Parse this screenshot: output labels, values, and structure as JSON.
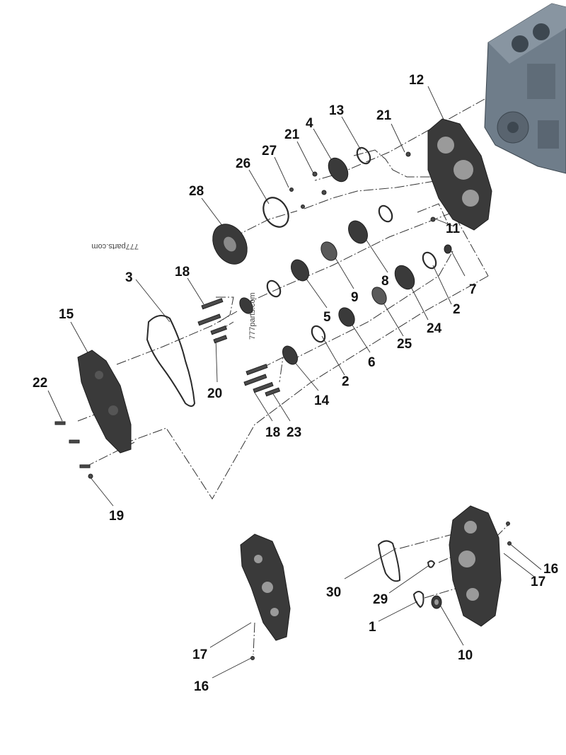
{
  "watermarks": [
    "777parts.com",
    "777parts.com"
  ],
  "callouts": [
    {
      "id": "c1",
      "label": "1"
    },
    {
      "id": "c2a",
      "label": "2"
    },
    {
      "id": "c2b",
      "label": "2"
    },
    {
      "id": "c3",
      "label": "3"
    },
    {
      "id": "c4",
      "label": "4"
    },
    {
      "id": "c5",
      "label": "5"
    },
    {
      "id": "c6",
      "label": "6"
    },
    {
      "id": "c7",
      "label": "7"
    },
    {
      "id": "c8",
      "label": "8"
    },
    {
      "id": "c9",
      "label": "9"
    },
    {
      "id": "c10",
      "label": "10"
    },
    {
      "id": "c11",
      "label": "11"
    },
    {
      "id": "c12",
      "label": "12"
    },
    {
      "id": "c13",
      "label": "13"
    },
    {
      "id": "c14",
      "label": "14"
    },
    {
      "id": "c15",
      "label": "15"
    },
    {
      "id": "c16a",
      "label": "16"
    },
    {
      "id": "c16b",
      "label": "16"
    },
    {
      "id": "c17a",
      "label": "17"
    },
    {
      "id": "c17b",
      "label": "17"
    },
    {
      "id": "c18a",
      "label": "18"
    },
    {
      "id": "c18b",
      "label": "18"
    },
    {
      "id": "c19",
      "label": "19"
    },
    {
      "id": "c20",
      "label": "20"
    },
    {
      "id": "c21a",
      "label": "21"
    },
    {
      "id": "c21b",
      "label": "21"
    },
    {
      "id": "c22",
      "label": "22"
    },
    {
      "id": "c23",
      "label": "23"
    },
    {
      "id": "c24",
      "label": "24"
    },
    {
      "id": "c25",
      "label": "25"
    },
    {
      "id": "c26",
      "label": "26"
    },
    {
      "id": "c27",
      "label": "27"
    },
    {
      "id": "c28",
      "label": "28"
    },
    {
      "id": "c29",
      "label": "29"
    },
    {
      "id": "c30",
      "label": "30"
    }
  ]
}
